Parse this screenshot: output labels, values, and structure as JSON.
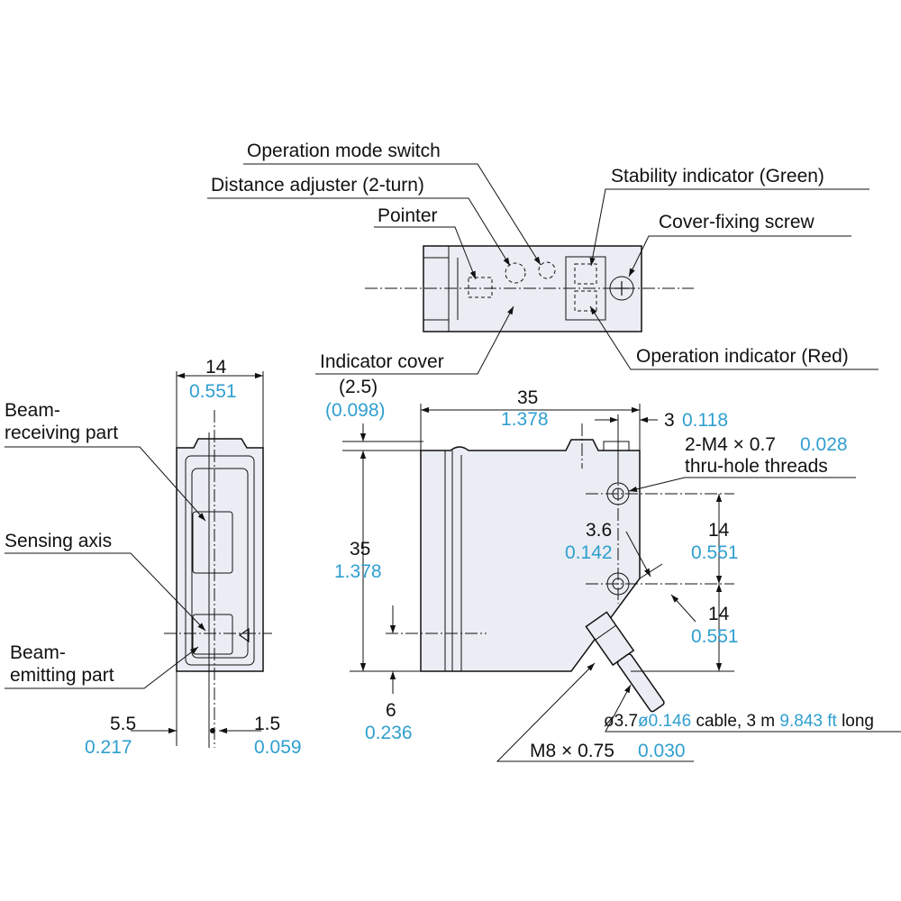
{
  "colors": {
    "body_fill": "#ebedf4",
    "dimension_inch": "#2f9fd0",
    "line": "#111111"
  },
  "top_view": {
    "labels": {
      "operation_mode_switch": "Operation mode switch",
      "distance_adjuster": "Distance adjuster (2-turn)",
      "pointer": "Pointer",
      "stability_indicator": "Stability indicator (Green)",
      "cover_fixing_screw": "Cover-fixing screw",
      "indicator_cover": "Indicator cover",
      "operation_indicator": "Operation indicator (Red)"
    }
  },
  "front_view": {
    "width_mm": "14",
    "width_in": "0.551",
    "beam_receiving": [
      "Beam-",
      "receiving part"
    ],
    "sensing_axis": "Sensing axis",
    "beam_emitting": [
      "Beam-",
      "emitting part"
    ],
    "dim_left_mm": "5.5",
    "dim_left_in": "0.217",
    "dim_right_mm": "1.5",
    "dim_right_in": "0.059"
  },
  "side_view": {
    "top_offset_mm": "(2.5)",
    "top_offset_in": "(0.098)",
    "width_mm": "35",
    "width_in": "1.378",
    "right_offset_mm": "3",
    "right_offset_in": "0.118",
    "threads_line1_mm": "2-M4 × 0.7",
    "threads_line1_in": "0.028",
    "threads_line2": "thru-hole threads",
    "height_mm": "35",
    "height_in": "1.378",
    "hole_edge_mm": "3.6",
    "hole_edge_in": "0.142",
    "hole_pitch_mm": "14",
    "hole_pitch_in": "0.551",
    "hole_bottom_mm": "14",
    "hole_bottom_in": "0.551",
    "bottom_mm": "6",
    "bottom_in": "0.236",
    "cable_a": "ø3.7",
    "cable_a_in": "ø0.146",
    "cable_b": " cable, 3 m ",
    "cable_b_in": "9.843 ft",
    "cable_c": " long",
    "connector_mm": "M8 × 0.75",
    "connector_in": "0.030"
  }
}
